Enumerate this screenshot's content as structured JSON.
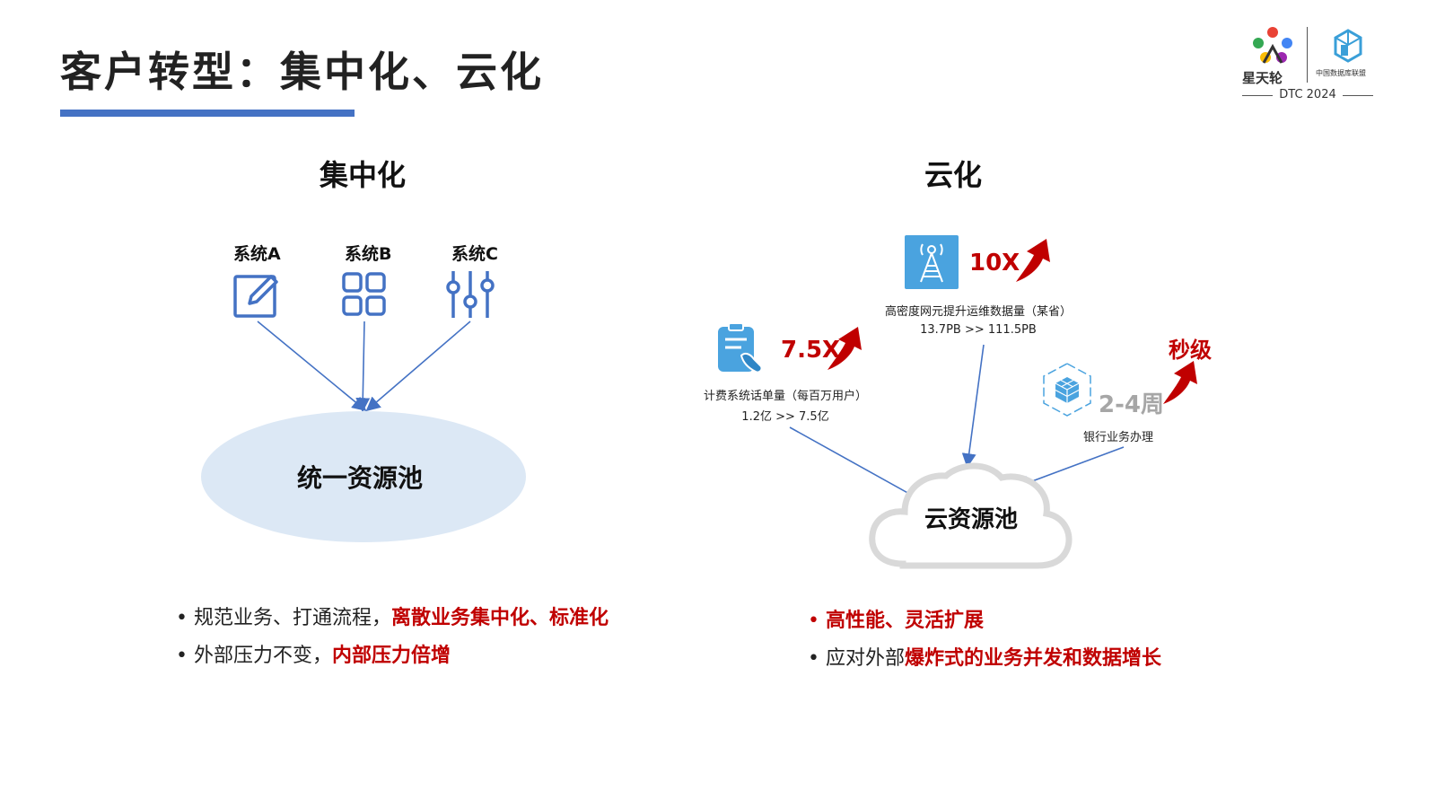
{
  "header": {
    "title": "客户转型：集中化、云化"
  },
  "logos": {
    "left_name": "星天轮",
    "right_name": "中国数据库联盟",
    "event": "DTC 2024"
  },
  "centralize": {
    "title": "集中化",
    "systems": [
      {
        "label": "系统A",
        "icon": "edit-icon"
      },
      {
        "label": "系统B",
        "icon": "grid-icon"
      },
      {
        "label": "系统C",
        "icon": "sliders-icon"
      }
    ],
    "pool_label": "统一资源池",
    "bullets": [
      {
        "normal": "规范业务、打通流程，",
        "highlight": "离散业务集中化、标准化"
      },
      {
        "normal": "外部压力不变，",
        "highlight": "内部压力倍增"
      }
    ]
  },
  "cloud": {
    "title": "云化",
    "pool_label": "云资源池",
    "items": [
      {
        "metric": "10X",
        "desc": "高密度网元提升运维数据量（某省）",
        "detail": "13.7PB  >> 111.5PB",
        "icon": "tower-icon"
      },
      {
        "metric": "7.5X",
        "desc": "计费系统话单量（每百万用户）",
        "detail": "1.2亿 >> 7.5亿",
        "icon": "clipboard-phone-icon"
      },
      {
        "metric_old": "2-4周",
        "metric": "秒级",
        "desc": "银行业务办理",
        "icon": "cube-icon"
      }
    ],
    "bullets": [
      {
        "normal": "",
        "highlight": "高性能、灵活扩展",
        "dot_red": true
      },
      {
        "normal": "应对外部",
        "highlight": "爆炸式的业务并发和数据增长",
        "dot_red": false
      }
    ]
  },
  "colors": {
    "accent_blue": "#4472c4",
    "highlight_red": "#c00000",
    "ellipse_fill": "#dce8f5",
    "icon_blue": "#4a90d9"
  }
}
